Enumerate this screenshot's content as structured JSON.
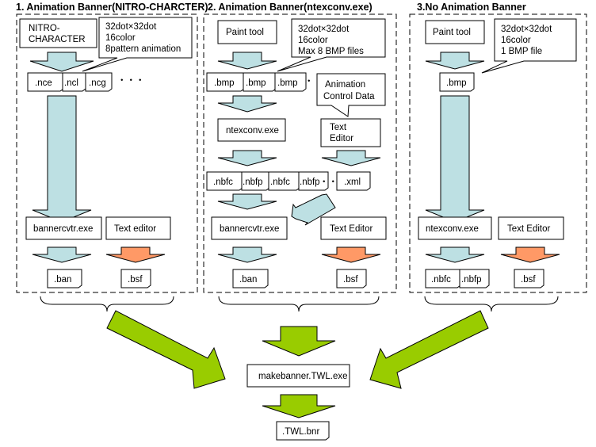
{
  "colors": {
    "blue_arrow": "#bde0e3",
    "orange_arrow": "#ff9966",
    "green_arrow": "#99cc00"
  },
  "section1": {
    "title": "1. Animation Banner(NITRO-CHARCTER)",
    "tool_line1": "NITRO-",
    "tool_line2": "CHARACTER",
    "callout": [
      "32dot×32dot",
      "16color",
      "8pattern animation"
    ],
    "files": [
      ".nce",
      ".ncl",
      ".ncg"
    ],
    "ellipsis": "・・・",
    "converter": "bannercvtr.exe",
    "editor": "Text editor",
    "output_ban": ".ban",
    "output_bsf": ".bsf"
  },
  "section2": {
    "title": "2. Animation Banner(ntexconv.exe)",
    "tool": "Paint tool",
    "callout": [
      "32dot×32dot",
      "16color",
      "Max 8 BMP files"
    ],
    "bmp_files": [
      ".bmp",
      ".bmp",
      ".bmp"
    ],
    "ellipsis": "・・",
    "anim_callout": [
      "Animation",
      "Control Data"
    ],
    "text_editor_line1": "Text",
    "text_editor_line2": "Editor",
    "ntexconv": "ntexconv.exe",
    "nbf_files": [
      ".nbfc",
      ".nbfp",
      ".nbfc",
      ".nbfp"
    ],
    "nbf_ellipsis": "・・",
    "xml": ".xml",
    "converter": "bannercvtr.exe",
    "editor": "Text Editor",
    "output_ban": ".ban",
    "output_bsf": ".bsf"
  },
  "section3": {
    "title": "3.No Animation Banner",
    "tool": "Paint tool",
    "callout": [
      "32dot×32dot",
      "16color",
      "1 BMP file"
    ],
    "bmp_file": ".bmp",
    "converter": "ntexconv.exe",
    "editor": "Text Editor",
    "outputs": [
      ".nbfc",
      ".nbfp"
    ],
    "output_bsf": ".bsf"
  },
  "final": {
    "tool": "makebanner.TWL.exe",
    "output": ".TWL.bnr"
  }
}
